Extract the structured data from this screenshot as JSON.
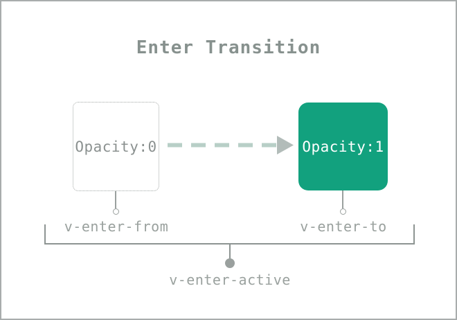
{
  "diagram": {
    "title": "Enter Transition",
    "from_box": {
      "label": "Opacity:0",
      "connector_label": "v-enter-from"
    },
    "to_box": {
      "label": "Opacity:1",
      "connector_label": "v-enter-to"
    },
    "bracket_label": "v-enter-active",
    "colors": {
      "teal": "#12a17e",
      "arrow_dash": "#b8cfc7",
      "arrow_head": "#b2bcb9",
      "line_gray": "#9aa09e",
      "text_gray": "#8b9190",
      "label_gray": "#9aa19e",
      "title_gray": "#87918e",
      "dotted_gray": "#a2a7a5",
      "bracket_gray": "#8d9492",
      "frame_gray": "#a8acac"
    }
  }
}
